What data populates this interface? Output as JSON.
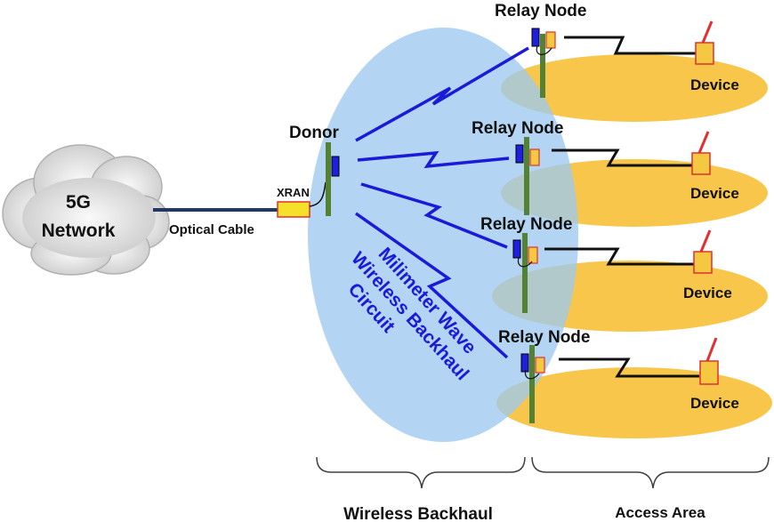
{
  "cloud": {
    "line1": "5G",
    "line2": "Network"
  },
  "labels": {
    "optical_cable": "Optical Cable",
    "xran": "XRAN",
    "donor": "Donor",
    "mmwave_line1": "Milimeter Wave",
    "mmwave_line2": "Wireless Backhaul",
    "mmwave_line3": "Circuit",
    "wireless_backhaul": "Wireless Backhaul",
    "access_area": "Access Area"
  },
  "relays": [
    {
      "label": "Relay Node",
      "device": "Device"
    },
    {
      "label": "Relay Node",
      "device": "Device"
    },
    {
      "label": "Relay Node",
      "device": "Device"
    },
    {
      "label": "Relay Node",
      "device": "Device"
    }
  ],
  "colors": {
    "backhaul_ellipse": "#9dc9ef",
    "access_ellipse": "#f7c64b",
    "mast": "#548235",
    "antenna": "#1f1fe0",
    "radio_box": "#f5c842",
    "radio_border": "#e03030",
    "link": "#1a1ad8",
    "cable": "#1f3864",
    "mmwave_text": "#1a1ad8"
  }
}
